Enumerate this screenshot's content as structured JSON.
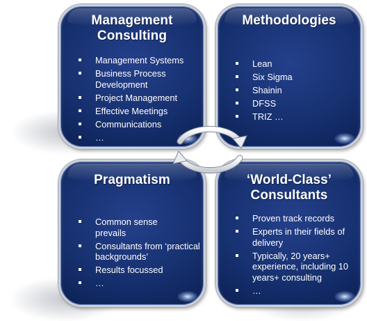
{
  "quadrants": {
    "top_left": {
      "title": "Management Consulting",
      "items": [
        "Management Systems",
        "Business Process Development",
        "Project Management",
        "Effective Meetings",
        "Communications",
        "…"
      ]
    },
    "top_right": {
      "title": "Methodologies",
      "items": [
        "Lean",
        "Six Sigma",
        "Shainin",
        "DFSS",
        "TRIZ …"
      ]
    },
    "bottom_left": {
      "title": "Pragmatism",
      "items": [
        "Common sense prevails",
        "Consultants from ‘practical backgrounds’",
        "Results focussed",
        "…"
      ]
    },
    "bottom_right": {
      "title": "‘World-Class’ Consultants",
      "items": [
        "Proven track records",
        "Experts in their fields of delivery",
        "Typically, 20 years+ experience, including 10 years+ consulting",
        "…"
      ]
    }
  },
  "colors": {
    "panel": "#16306f",
    "panel_dark": "#08173d",
    "border": "#cdd1d8",
    "text": "#ffffff",
    "cycle_arrow": "#e9ecf1"
  },
  "icons": {
    "cycle": "circular-cycle-arrows-icon"
  }
}
